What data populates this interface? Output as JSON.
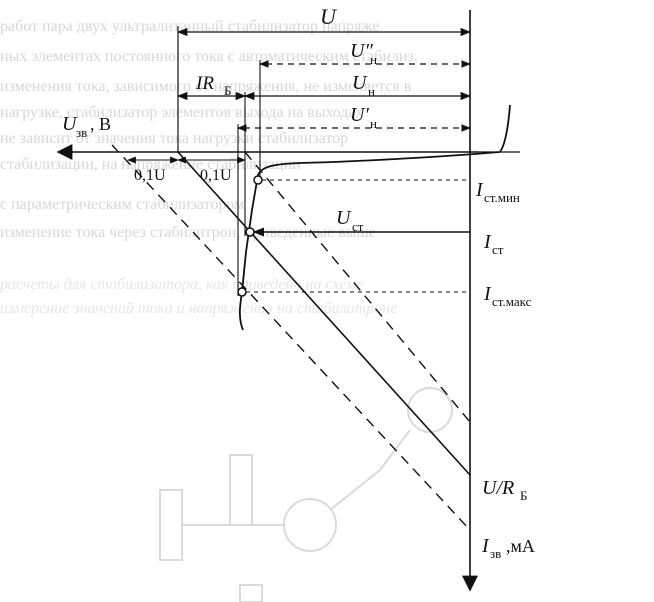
{
  "labels": {
    "U": "U",
    "U_n_dprime": "U″",
    "U_n_dprime_sub": "н",
    "U_n": "U",
    "U_n_sub": "н",
    "U_n_prime": "U′",
    "U_n_prime_sub": "н",
    "IR_I": "IR",
    "IR_sub": "Б",
    "U_zv": "U",
    "U_zv_sub": "зв",
    "U_zv_unit": ", В",
    "left_01": "0,1U",
    "right_01": "0,1U",
    "I_min": "I",
    "I_min_sub": "ст.мин",
    "U_st": "U",
    "U_st_sub": "ст",
    "I_st": "I",
    "I_st_sub": "ст",
    "I_max": "I",
    "I_max_sub": "ст.макс",
    "U_R": "U/R",
    "U_R_sub": "Б",
    "I_zv": "I",
    "I_zv_sub": "зв",
    "I_zv_unit": ",мА"
  },
  "background_text": [
    "работ   пара двух ультралитанный стабилизатор напряже",
    "ных элементах постоянного тока с автоматическим стабилиз.",
    "изменения тока, зависимого от напряжения, не изменяется в",
    "нагрузке, стабилизатор элементов выхода на выходах",
    "не зависит от значения тока нагрузки стабилизатор",
    "стабилизации, на напряжение стабилизации",
    "с параметрическим стабилизатором",
    "изменение тока через стабилитрон, приведенные выше",
    "расчеты для стабилизатора, как приведено на схеме",
    "измерение значений тока и напряжения на стабилитроне"
  ]
}
